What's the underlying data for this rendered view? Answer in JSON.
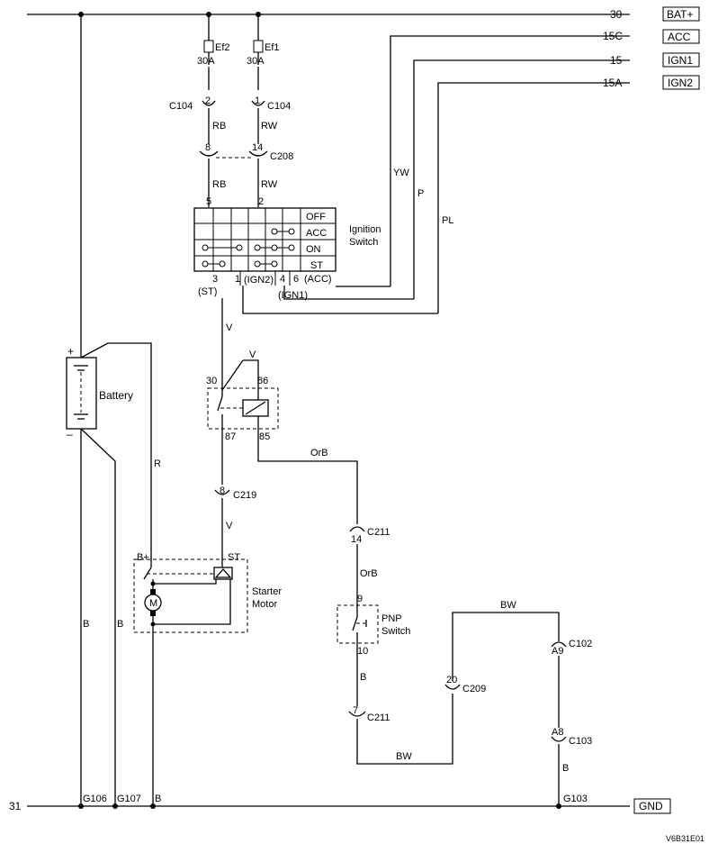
{
  "rails": {
    "top": {
      "number": "30",
      "box": "BAT+"
    },
    "r15c": {
      "number": "15C",
      "box": "ACC"
    },
    "r15": {
      "number": "15",
      "box": "IGN1"
    },
    "r15a": {
      "number": "15A",
      "box": "IGN2"
    },
    "bottom": {
      "number": "31",
      "box": "GND"
    }
  },
  "fuses": {
    "ef2": {
      "name": "Ef2",
      "rating": "30A"
    },
    "ef1": {
      "name": "Ef1",
      "rating": "30A"
    }
  },
  "connectors": {
    "c104_left": {
      "pin": "2",
      "name": "C104"
    },
    "c104_right": {
      "pin": "1",
      "name": "C104"
    },
    "c208_left": {
      "pin": "8"
    },
    "c208_right": {
      "pin": "14",
      "name": "C208"
    },
    "c219": {
      "pin": "8",
      "name": "C219"
    },
    "c211_top": {
      "pin": "14",
      "name": "C211"
    },
    "c211_bottom": {
      "pin": "7",
      "name": "C211"
    },
    "c209": {
      "pin": "20",
      "name": "C209"
    },
    "c102": {
      "pin": "A9",
      "name": "C102"
    },
    "c103": {
      "pin": "A8",
      "name": "C103"
    }
  },
  "wires": {
    "rb1": "RB",
    "rw1": "RW",
    "rb2": "RB",
    "rw2": "RW",
    "yw": "YW",
    "p": "P",
    "pl": "PL",
    "v1": "V",
    "v2": "V",
    "v3": "V",
    "r": "R",
    "b_left1": "B",
    "b_left2": "B",
    "orb1": "OrB",
    "orb2": "OrB",
    "b_mid": "B",
    "bw_top": "BW",
    "bw_bottom": "BW",
    "b_right": "B"
  },
  "ignition": {
    "label_line1": "Ignition",
    "label_line2": "Switch",
    "positions": [
      "OFF",
      "ACC",
      "ON",
      "ST"
    ],
    "pin5": "5",
    "pin2": "2",
    "pin3": "3",
    "pin3_sub": "(ST)",
    "pin1": "1",
    "pin1_sub": "(IGN2)",
    "pin4": "4",
    "pin4_sub": "(IGN1)",
    "pin6": "6",
    "pin6_sub": "(ACC)"
  },
  "relay": {
    "p30": "30",
    "p86": "86",
    "p87": "87",
    "p85": "85"
  },
  "battery": {
    "label": "Battery",
    "plus": "+",
    "minus": "–"
  },
  "starter": {
    "label_line1": "Starter",
    "label_line2": "Motor",
    "bplus": "B+",
    "st": "ST",
    "motor": "M"
  },
  "pnp": {
    "label_line1": "PNP",
    "label_line2": "Switch",
    "pin_top": "9",
    "pin_bottom": "10"
  },
  "grounds": {
    "g106": "G106",
    "g107": "G107",
    "b": "B",
    "g103": "G103"
  },
  "figure_code": "V6B31E01"
}
